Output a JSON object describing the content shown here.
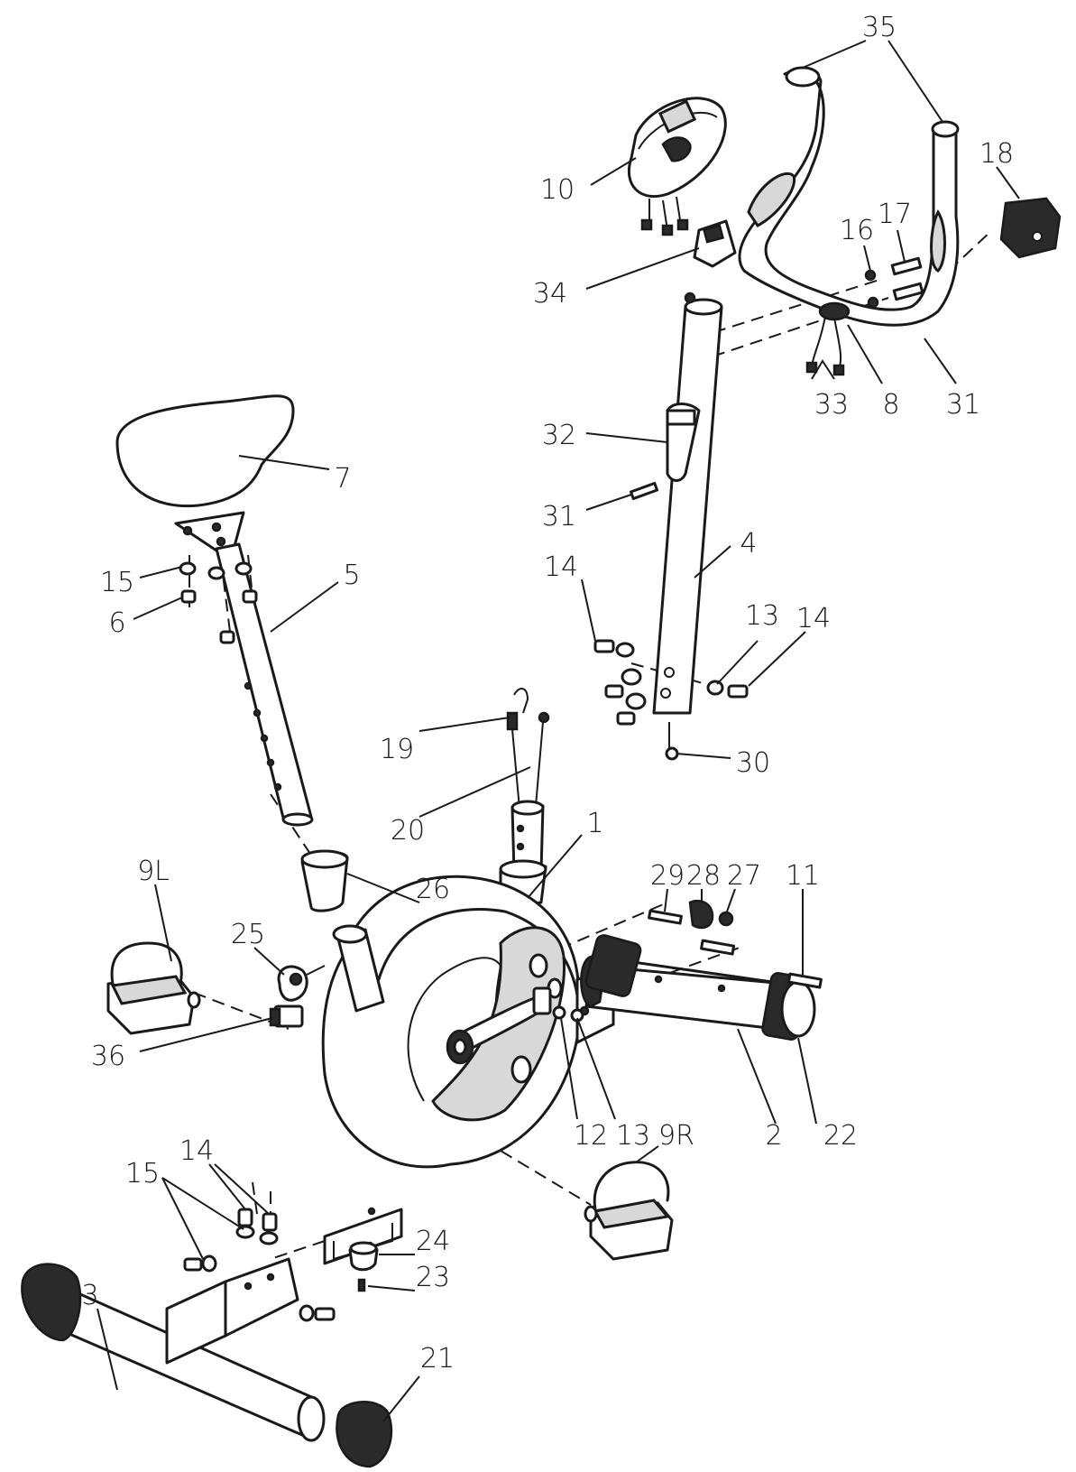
{
  "callouts": [
    {
      "id": "35",
      "text": "35"
    },
    {
      "id": "18",
      "text": "18"
    },
    {
      "id": "10",
      "text": "10"
    },
    {
      "id": "16",
      "text": "16"
    },
    {
      "id": "17",
      "text": "17"
    },
    {
      "id": "34",
      "text": "34"
    },
    {
      "id": "33",
      "text": "33"
    },
    {
      "id": "8",
      "text": "8"
    },
    {
      "id": "31a",
      "text": "31"
    },
    {
      "id": "32",
      "text": "32"
    },
    {
      "id": "31b",
      "text": "31"
    },
    {
      "id": "7",
      "text": "7"
    },
    {
      "id": "15a",
      "text": "15"
    },
    {
      "id": "5",
      "text": "5"
    },
    {
      "id": "6",
      "text": "6"
    },
    {
      "id": "4",
      "text": "4"
    },
    {
      "id": "14a",
      "text": "14"
    },
    {
      "id": "13a",
      "text": "13"
    },
    {
      "id": "14b",
      "text": "14"
    },
    {
      "id": "30",
      "text": "30"
    },
    {
      "id": "19",
      "text": "19"
    },
    {
      "id": "20",
      "text": "20"
    },
    {
      "id": "1",
      "text": "1"
    },
    {
      "id": "9L",
      "text": "9L"
    },
    {
      "id": "26",
      "text": "26"
    },
    {
      "id": "29",
      "text": "29"
    },
    {
      "id": "28",
      "text": "28"
    },
    {
      "id": "27",
      "text": "27"
    },
    {
      "id": "11",
      "text": "11"
    },
    {
      "id": "25",
      "text": "25"
    },
    {
      "id": "36",
      "text": "36"
    },
    {
      "id": "12",
      "text": "12"
    },
    {
      "id": "13b",
      "text": "13"
    },
    {
      "id": "2",
      "text": "2"
    },
    {
      "id": "22",
      "text": "22"
    },
    {
      "id": "9R",
      "text": "9R"
    },
    {
      "id": "14c",
      "text": "14"
    },
    {
      "id": "15b",
      "text": "15"
    },
    {
      "id": "3",
      "text": "3"
    },
    {
      "id": "24",
      "text": "24"
    },
    {
      "id": "23",
      "text": "23"
    },
    {
      "id": "21",
      "text": "21"
    }
  ]
}
